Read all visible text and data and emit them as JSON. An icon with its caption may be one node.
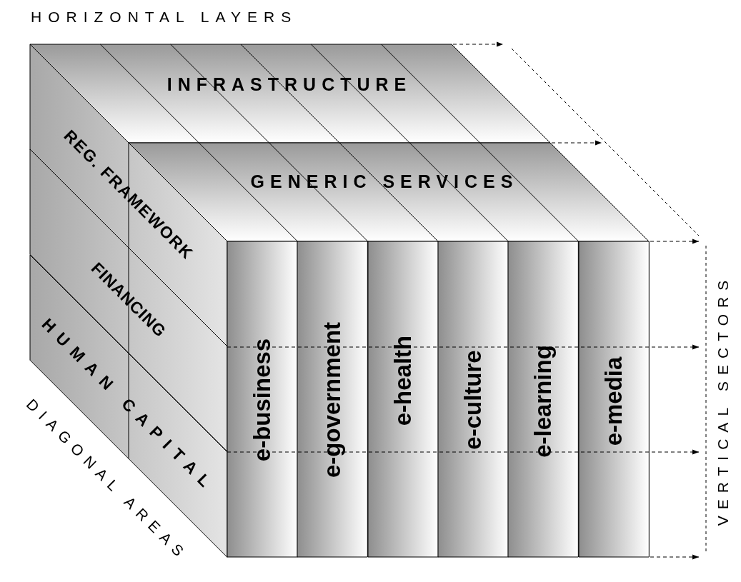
{
  "diagram": {
    "nodes": [
      {
        "text": [
          "INFRASTRUCTURE"
        ]
      },
      {
        "text": [
          "GENERIC SERVICES"
        ]
      },
      {
        "text": [
          "REG. FRAMEWORK"
        ]
      },
      {
        "text": [
          "FINANCING"
        ]
      },
      {
        "text": [
          "HUMAN CAPITAL"
        ]
      },
      {
        "text": [
          "e-business"
        ]
      },
      {
        "text": [
          "e-government"
        ]
      },
      {
        "text": [
          "e-health"
        ]
      },
      {
        "text": [
          "e-culture"
        ]
      },
      {
        "text": [
          "e-learning"
        ]
      },
      {
        "text": [
          "e-media"
        ]
      }
    ],
    "labels": [
      "HORIZONTAL LAYERS",
      "VERTICAL SECTORS",
      "DIAGONAL AREAS"
    ]
  }
}
